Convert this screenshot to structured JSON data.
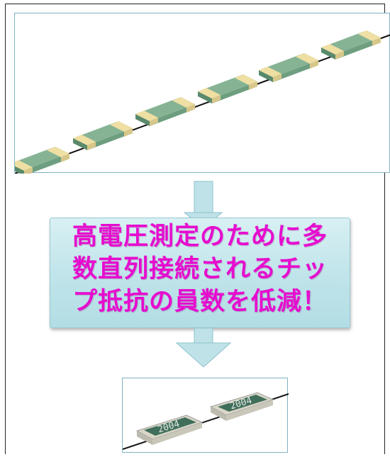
{
  "colors": {
    "resistor_body": "#6e9e80",
    "resistor_top": "#86b394",
    "terminal": "#efdfa3",
    "lead_wire": "#111111",
    "arrow_fill": "#bfe2e8",
    "arrow_stroke": "#8cc2cc",
    "callout_text": "#e60ccf",
    "panel_border": "#7fb3c2"
  },
  "callout": {
    "line1": "高電圧測定のために多",
    "line2": "数直列接続されるチッ",
    "line3": "プ抵抗の員数を低減！"
  },
  "bottom_resistors": {
    "marking_1": "2004",
    "marking_2": "2004"
  }
}
